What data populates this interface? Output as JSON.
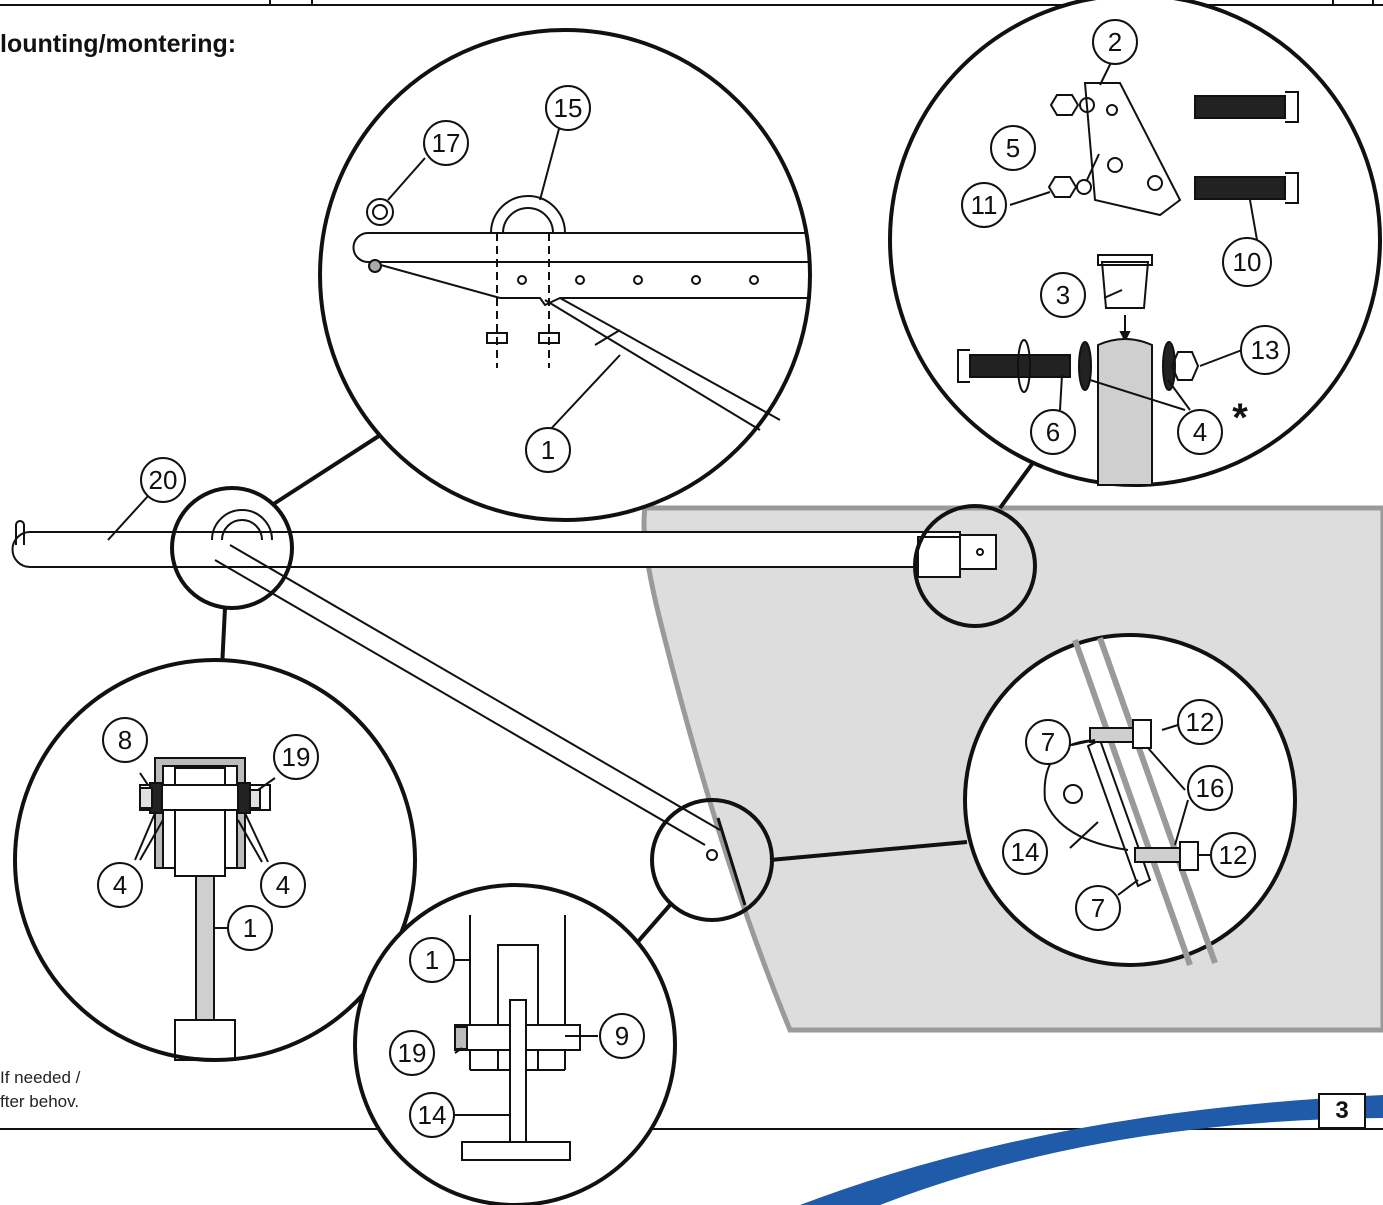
{
  "header": {
    "title": "lounting/montering:"
  },
  "footer": {
    "note_line1": "If needed /",
    "note_line2": "fter behov.",
    "page_number": "3",
    "asterisk": "*"
  },
  "colors": {
    "line": "#111111",
    "panel": "#dddddd",
    "panel_border": "#9a9a9a",
    "accent_blue": "#1f5ba8"
  },
  "callouts": {
    "c2": "2",
    "c5": "5",
    "c11": "11",
    "c10": "10",
    "c3": "3",
    "c13": "13",
    "c6": "6",
    "c4_top": "4",
    "c15": "15",
    "c17": "17",
    "c1_top": "1",
    "c20": "20",
    "c8": "8",
    "c19_left": "19",
    "c4_left": "4",
    "c4_right": "4",
    "c1_left": "1",
    "c1_bottom": "1",
    "c19_bottom": "19",
    "c9": "9",
    "c14_bottom": "14",
    "c12_top": "12",
    "c7_top": "7",
    "c16": "16",
    "c14_right": "14",
    "c12_bottom": "12",
    "c7_bottom": "7"
  }
}
